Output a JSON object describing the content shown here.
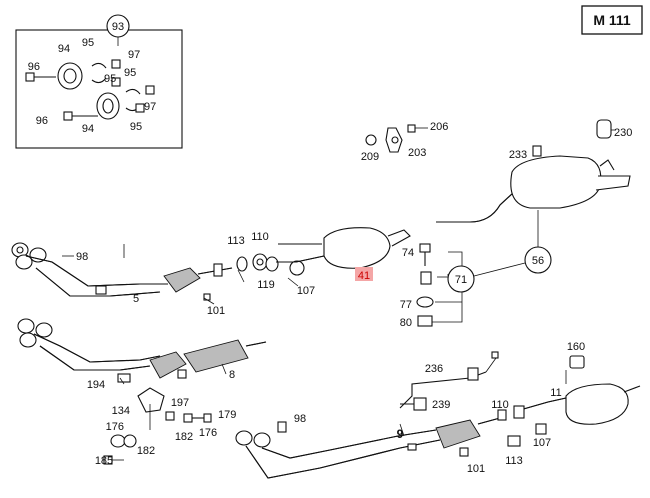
{
  "diagram": {
    "model_label": "M 111",
    "highlight_label": "41",
    "inset_circle": "93",
    "circle_labels": [
      "71",
      "56"
    ],
    "labels": [
      {
        "id": "l96a",
        "text": "96"
      },
      {
        "id": "l94a",
        "text": "94"
      },
      {
        "id": "l95a",
        "text": "95"
      },
      {
        "id": "l97a",
        "text": "97"
      },
      {
        "id": "l95b",
        "text": "95"
      },
      {
        "id": "l95c",
        "text": "95"
      },
      {
        "id": "l97b",
        "text": "97"
      },
      {
        "id": "l96b",
        "text": "96"
      },
      {
        "id": "l94b",
        "text": "94"
      },
      {
        "id": "l95d",
        "text": "95"
      },
      {
        "id": "l206",
        "text": "206"
      },
      {
        "id": "l209",
        "text": "209"
      },
      {
        "id": "l203",
        "text": "203"
      },
      {
        "id": "l233",
        "text": "233"
      },
      {
        "id": "l230",
        "text": "230"
      },
      {
        "id": "l98a",
        "text": "98"
      },
      {
        "id": "l113a",
        "text": "113"
      },
      {
        "id": "l110a",
        "text": "110"
      },
      {
        "id": "l74",
        "text": "74"
      },
      {
        "id": "l5",
        "text": "5"
      },
      {
        "id": "l119",
        "text": "119"
      },
      {
        "id": "l107a",
        "text": "107"
      },
      {
        "id": "l101a",
        "text": "101"
      },
      {
        "id": "l77",
        "text": "77"
      },
      {
        "id": "l80",
        "text": "80"
      },
      {
        "id": "l160",
        "text": "160"
      },
      {
        "id": "l236",
        "text": "236"
      },
      {
        "id": "l8",
        "text": "8"
      },
      {
        "id": "l194",
        "text": "194"
      },
      {
        "id": "l134",
        "text": "134"
      },
      {
        "id": "l197",
        "text": "197"
      },
      {
        "id": "l179",
        "text": "179"
      },
      {
        "id": "l176a",
        "text": "176"
      },
      {
        "id": "l182a",
        "text": "182"
      },
      {
        "id": "l176b",
        "text": "176"
      },
      {
        "id": "l185",
        "text": "185"
      },
      {
        "id": "l182b",
        "text": "182"
      },
      {
        "id": "l98b",
        "text": "98"
      },
      {
        "id": "l239",
        "text": "239"
      },
      {
        "id": "l9",
        "text": "9"
      },
      {
        "id": "l11",
        "text": "11"
      },
      {
        "id": "l110b",
        "text": "110"
      },
      {
        "id": "l113b",
        "text": "113"
      },
      {
        "id": "l107b",
        "text": "107"
      },
      {
        "id": "l101b",
        "text": "101"
      }
    ]
  }
}
